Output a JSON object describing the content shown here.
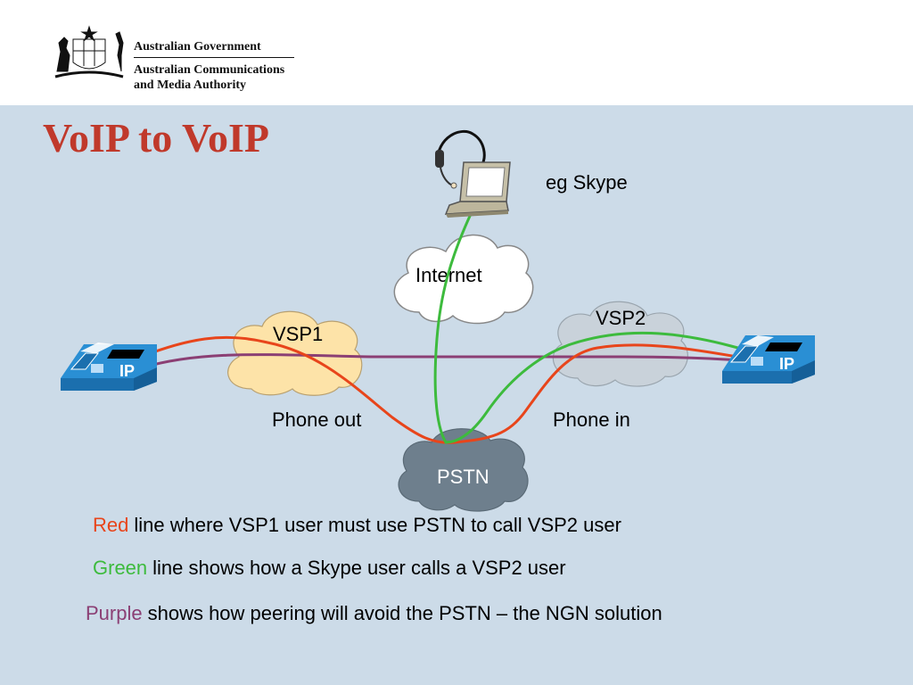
{
  "header": {
    "government": "Australian Government",
    "agency_line_1": "Australian Communications",
    "agency_line_2": "and Media Authority"
  },
  "title": "VoIP to VoIP",
  "diagram": {
    "skype_label": "eg Skype",
    "internet_label": "Internet",
    "vsp1_label": "VSP1",
    "vsp2_label": "VSP2",
    "pstn_label": "PSTN",
    "phone_out_label": "Phone out",
    "phone_in_label": "Phone in",
    "phone_left_badge": "IP",
    "phone_right_badge": "IP"
  },
  "legend": {
    "red": {
      "word": "Red",
      "text": "line where VSP1 user must use PSTN to call VSP2 user"
    },
    "green": {
      "word": "Green",
      "text": "line shows how a Skype user calls a VSP2 user"
    },
    "purple": {
      "word": "Purple",
      "text": "shows how peering will avoid the PSTN – the NGN solution"
    }
  },
  "colors": {
    "title": "#c0392b",
    "red_line": "#e8451b",
    "green_line": "#3dbb3d",
    "purple_line": "#8b3f74",
    "vsp1_cloud": "#fde3a8",
    "internet_cloud": "#ffffff",
    "vsp2_cloud": "#c9d2da",
    "pstn_cloud": "#6e7f8d",
    "phone_blue": "#2a8fd4"
  }
}
